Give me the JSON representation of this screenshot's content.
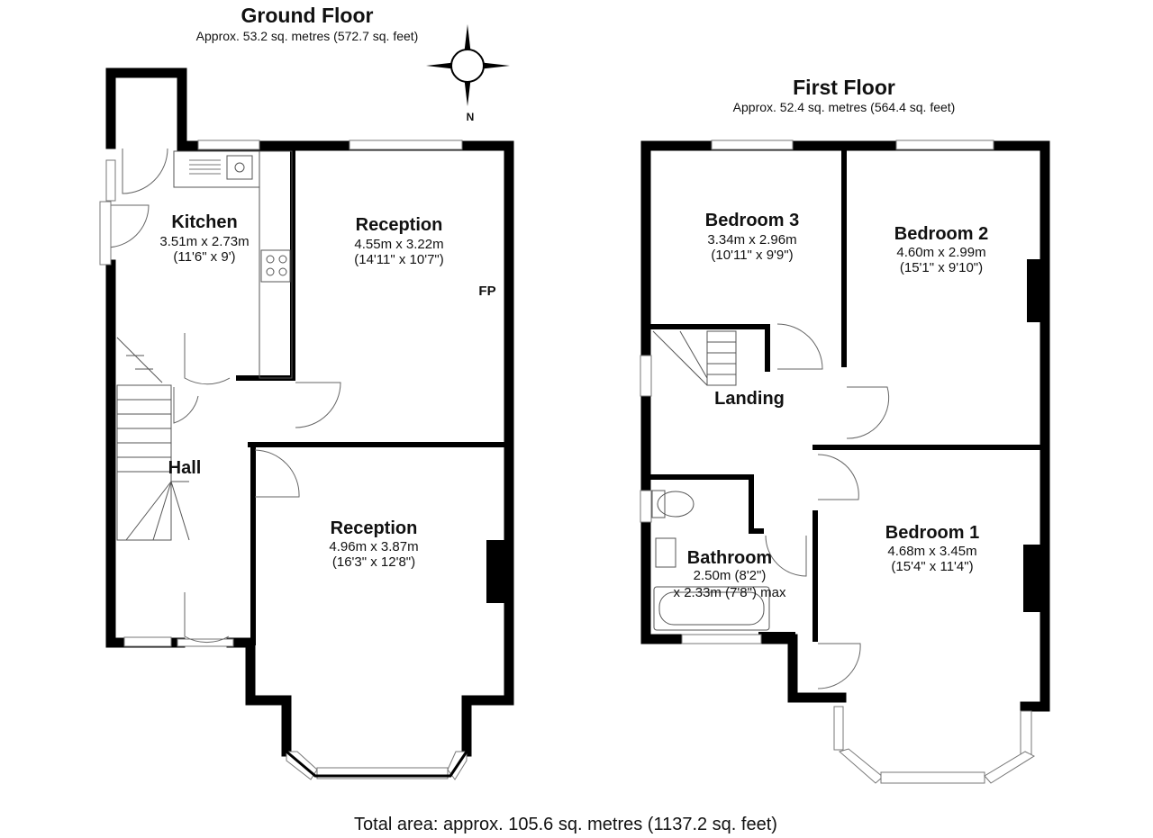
{
  "ground_floor": {
    "title": "Ground Floor",
    "area": "Approx. 53.2 sq. metres (572.7 sq. feet)",
    "rooms": [
      {
        "name": "Kitchen",
        "dims": [
          "3.51m x 2.73m",
          "(11'6\" x 9')"
        ]
      },
      {
        "name": "Reception",
        "dims": [
          "4.55m x 3.22m",
          "(14'11\" x 10'7\")"
        ]
      },
      {
        "name": "Hall",
        "dims": []
      },
      {
        "name": "Reception",
        "dims": [
          "4.96m x 3.87m",
          "(16'3\" x 12'8\")"
        ]
      }
    ],
    "fireplace_label": "FP"
  },
  "first_floor": {
    "title": "First Floor",
    "area": "Approx. 52.4 sq. metres (564.4 sq. feet)",
    "rooms": [
      {
        "name": "Bedroom 3",
        "dims": [
          "3.34m x 2.96m",
          "(10'11\" x 9'9\")"
        ]
      },
      {
        "name": "Bedroom 2",
        "dims": [
          "4.60m x 2.99m",
          "(15'1\" x 9'10\")"
        ]
      },
      {
        "name": "Landing",
        "dims": []
      },
      {
        "name": "Bathroom",
        "dims": [
          "2.50m (8'2\")",
          "x 2.33m (7'8\") max"
        ]
      },
      {
        "name": "Bedroom 1",
        "dims": [
          "4.68m x 3.45m",
          "(15'4\" x 11'4\")"
        ]
      }
    ]
  },
  "compass": {
    "label": "N"
  },
  "total_area": "Total area: approx. 105.6 sq. metres (1137.2 sq. feet)"
}
